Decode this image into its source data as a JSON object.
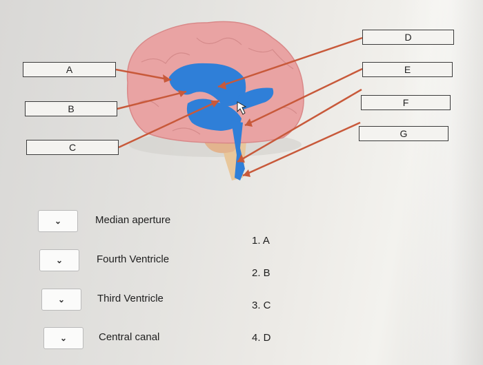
{
  "labels": [
    "A",
    "B",
    "C",
    "D",
    "E",
    "F",
    "G"
  ],
  "terms": [
    "Median aperture",
    "Fourth Ventricle",
    "Third Ventricle",
    "Central canal"
  ],
  "dropdown_icon": "chevron-down-icon",
  "options": [
    "1.  A",
    "2.  B",
    "3.  C",
    "4.  D"
  ],
  "colors": {
    "ventricle": "#2f7fd8",
    "brain": "#e49a9a",
    "arrow": "#c8593a"
  }
}
